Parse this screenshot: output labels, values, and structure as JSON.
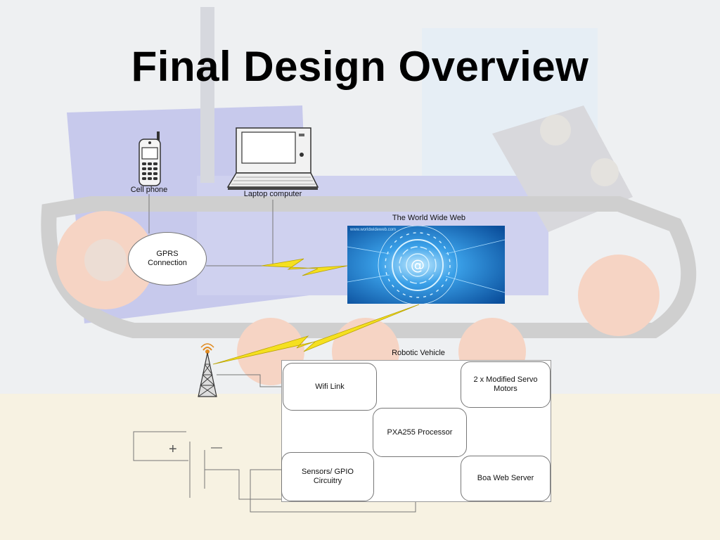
{
  "title": "Final Design Overview",
  "devices": {
    "cell_phone": "Cell phone",
    "laptop": "Laptop computer",
    "gprs": [
      "GPRS",
      "Connection"
    ],
    "www_title": "The World Wide Web",
    "www_url": "www.worldwideweb.com",
    "vehicle_title": "Robotic Vehicle"
  },
  "vehicle": {
    "wifi": "Wifi Link",
    "servo": [
      "2 x Modified Servo",
      "Motors"
    ],
    "processor": "PXA255 Processor",
    "sensors": [
      "Sensors/ GPIO",
      "Circuitry"
    ],
    "server": "Boa Web Server"
  },
  "battery": {
    "plus": "+",
    "minus": "—"
  },
  "icons": [
    "cell-phone-icon",
    "laptop-icon",
    "globe-icon",
    "antenna-tower-icon",
    "lightning-icon",
    "battery-icon"
  ],
  "colors": {
    "lightning": "#f5e020",
    "www_blue": "#1f7fd0",
    "vehicle_blue": "#8a8fd8",
    "track_orange": "#f0a080"
  }
}
